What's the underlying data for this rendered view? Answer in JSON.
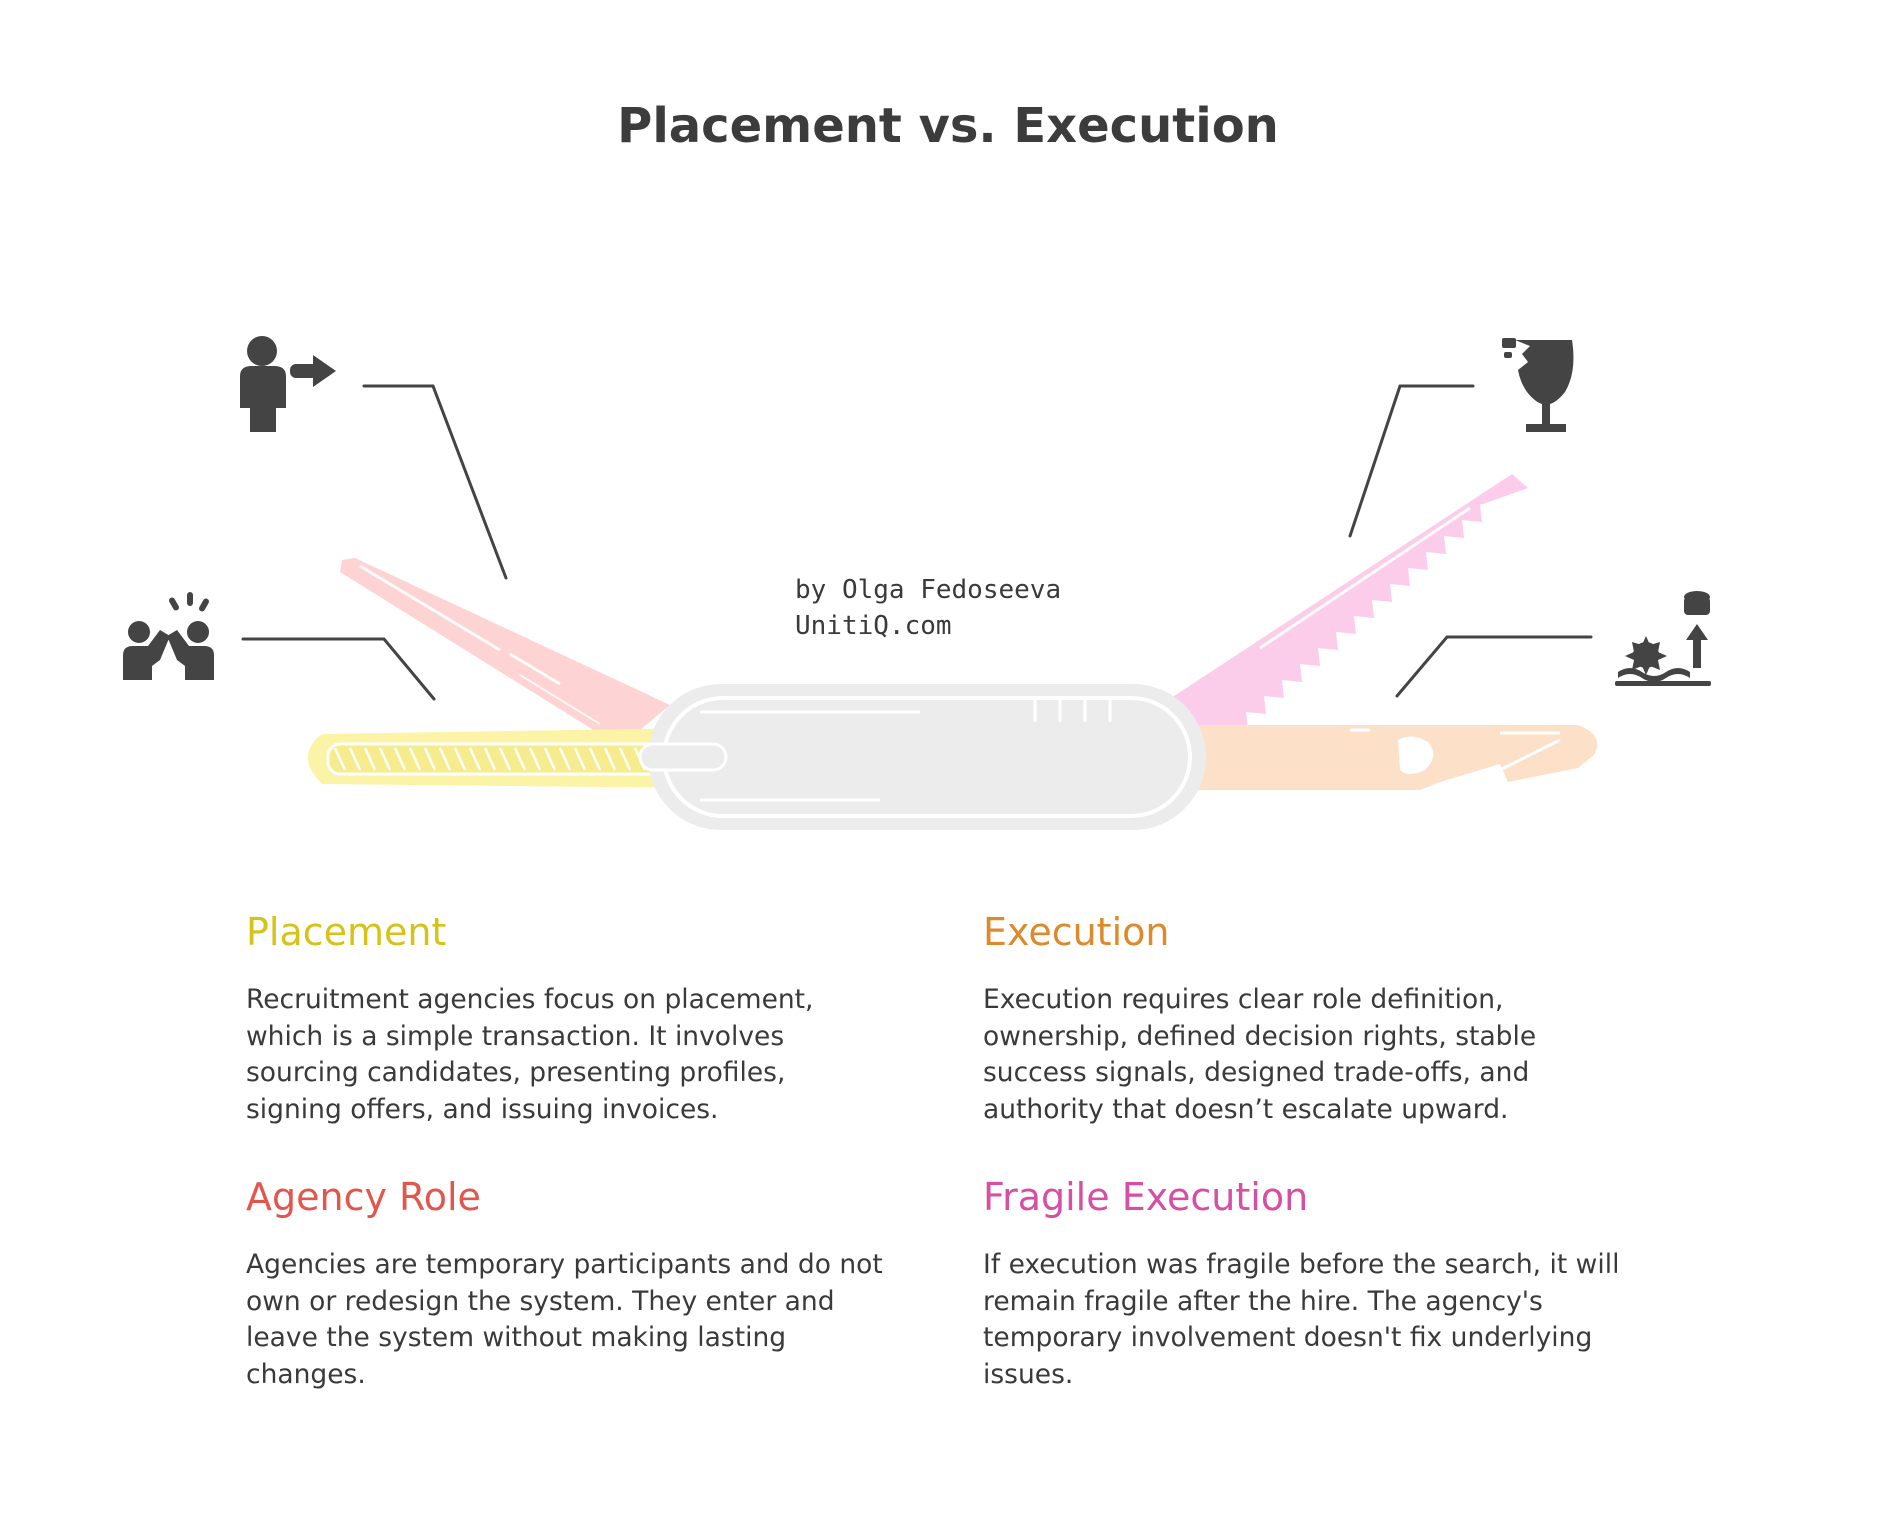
{
  "title": "Placement vs. Execution",
  "byline": {
    "author": "by Olga Fedoseeva",
    "site": "UnitiQ.com"
  },
  "icons": [
    {
      "name": "person-exit-icon",
      "callout": "Placement"
    },
    {
      "name": "high-five-icon",
      "callout": "Agency Role"
    },
    {
      "name": "broken-glass-icon",
      "callout": "Fragile Execution"
    },
    {
      "name": "gear-growth-icon",
      "callout": "Execution"
    }
  ],
  "colors": {
    "text": "#3a3a3a",
    "placement": "#d6c31a",
    "execution": "#dd8a2c",
    "agency": "#e2564d",
    "fragile": "#d64fa4",
    "knife_body": "#ececec",
    "blade_placement": "#fbf3a6",
    "blade_agency": "#fdd3d3",
    "blade_fragile": "#fbcdea",
    "blade_execution": "#fde0c8"
  },
  "sections": {
    "placement": {
      "heading": "Placement",
      "body": "Recruitment agencies focus on placement, which is a simple transaction. It involves sourcing candidates, presenting profiles, signing offers, and issuing invoices."
    },
    "execution": {
      "heading": "Execution",
      "body": "Execution requires clear role definition, ownership, defined decision rights, stable success signals, designed trade-offs, and authority that doesn’t escalate upward."
    },
    "agency": {
      "heading": "Agency Role",
      "body": "Agencies are temporary participants and do not own or redesign the system. They enter and leave the system without making lasting changes."
    },
    "fragile": {
      "heading": "Fragile Execution",
      "body": "If execution was fragile before the search, it will remain fragile after the hire. The agency's temporary involvement doesn't fix underlying issues."
    }
  }
}
